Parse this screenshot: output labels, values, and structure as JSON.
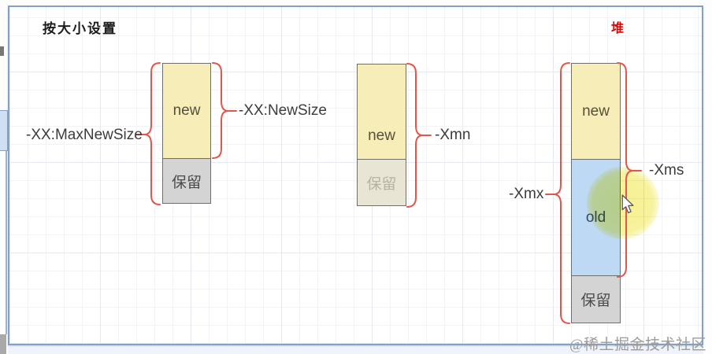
{
  "title": "按大小设置",
  "heap_label": "堆",
  "watermark": "@稀土掘金技术社区",
  "columns": {
    "max_new": {
      "new_label": "new",
      "reserved_label": "保留"
    },
    "xmn": {
      "new_label": "new",
      "reserved_label": "保留"
    },
    "heap": {
      "new_label": "new",
      "old_label": "old",
      "reserved_label": "保留"
    }
  },
  "annotations": {
    "max_new_size": "-XX:MaxNewSize",
    "new_size": "-XX:NewSize",
    "xmn": "-Xmn",
    "xmx": "-Xmx",
    "xms": "-Xms"
  },
  "colors": {
    "region_new": "#f6edb9",
    "region_old": "#bdd9f3",
    "region_reserved_gray": "#d4d4d4",
    "region_reserved_beige": "#e9e5d4",
    "shape_border": "#6e6e6e",
    "brace": "#e0584c",
    "heap_label_red": "#e60000",
    "canvas_border": "#83a1c7"
  }
}
